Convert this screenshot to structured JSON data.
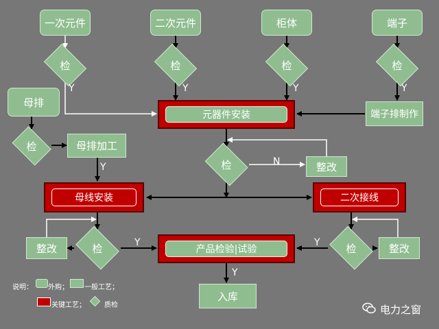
{
  "nodes": {
    "primary": "一次元件",
    "secondary": "二次元件",
    "cabinet": "柜体",
    "terminal": "端子",
    "busbar": "母排",
    "busbar_proc": "母排加工",
    "component_install": "元器件安装",
    "terminal_make": "端子排制作",
    "rework_mid": "整改",
    "busbar_install": "母线安装",
    "secondary_wiring": "二次接线",
    "rework_left": "整改",
    "rework_right": "整改",
    "product_test": "产品检验|试验",
    "storage": "入库"
  },
  "checks": {
    "c1": "检",
    "c2": "检",
    "c3": "检",
    "c4": "检",
    "c5": "检",
    "c6": "检",
    "c7": "检",
    "c8": "检"
  },
  "labels": {
    "y1": "Y",
    "y2": "Y",
    "y3": "Y",
    "y_bus": "Y",
    "n_mid": "N",
    "y_left": "Y",
    "y_right": "Y",
    "y_test": "Y"
  },
  "legend": {
    "prefix": "说明：",
    "outsourced": "外购；",
    "general": "一般工艺；",
    "key": "关键工艺；",
    "qc": "质检"
  },
  "watermark": {
    "icon": "wechat-icon",
    "text": "电力之窗"
  },
  "colors": {
    "background": "#777777",
    "node_fill": "#8fbd8f",
    "key_frame": "#c00000"
  }
}
